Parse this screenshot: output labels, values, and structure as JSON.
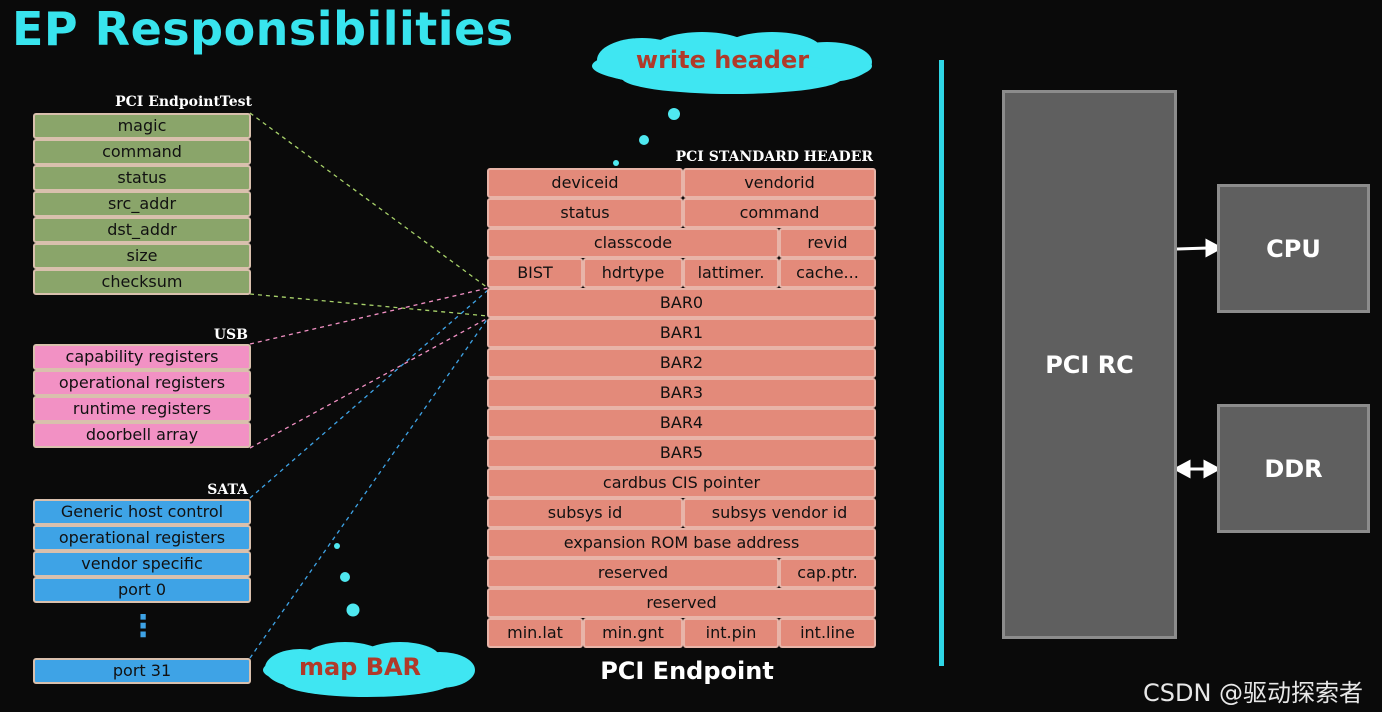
{
  "title": "EP Responsibilities",
  "groups": {
    "endpoint_test": {
      "label": "PCI EndpointTest",
      "items": [
        "magic",
        "command",
        "status",
        "src_addr",
        "dst_addr",
        "size",
        "checksum"
      ]
    },
    "usb": {
      "label": "USB",
      "items": [
        "capability registers",
        "operational registers",
        "runtime registers",
        "doorbell array"
      ]
    },
    "sata": {
      "label": "SATA",
      "items": [
        "Generic host control",
        "operational registers",
        "vendor specific",
        "port 0"
      ],
      "ellipsis": "⋮",
      "last": "port 31"
    }
  },
  "header": {
    "label": "PCI STANDARD HEADER",
    "rows": [
      [
        "deviceid",
        "vendorid"
      ],
      [
        "status",
        "command"
      ],
      [
        "classcode",
        "revid"
      ],
      [
        "BIST",
        "hdrtype",
        "lattimer.",
        "cache..."
      ],
      [
        "BAR0"
      ],
      [
        "BAR1"
      ],
      [
        "BAR2"
      ],
      [
        "BAR3"
      ],
      [
        "BAR4"
      ],
      [
        "BAR5"
      ],
      [
        "cardbus CIS pointer"
      ],
      [
        "subsys id",
        "subsys vendor id"
      ],
      [
        "expansion ROM base address"
      ],
      [
        "reserved",
        "cap.ptr."
      ],
      [
        "reserved"
      ],
      [
        "min.lat",
        "min.gnt",
        "int.pin",
        "int.line"
      ]
    ]
  },
  "endpoint_label": "PCI Endpoint",
  "clouds": {
    "write_header": "write header",
    "map_bar": "map BAR"
  },
  "host": {
    "rc": "PCI RC",
    "cpu": "CPU",
    "ddr": "DDR"
  },
  "watermark": "CSDN @驱动探索者",
  "colors": {
    "accent": "#38e4ee",
    "endpoint_test": "#8aa56a",
    "usb": "#f291c4",
    "sata": "#3ea3e6",
    "header": "#e38a7a",
    "host_box": "#5f5f5f"
  }
}
